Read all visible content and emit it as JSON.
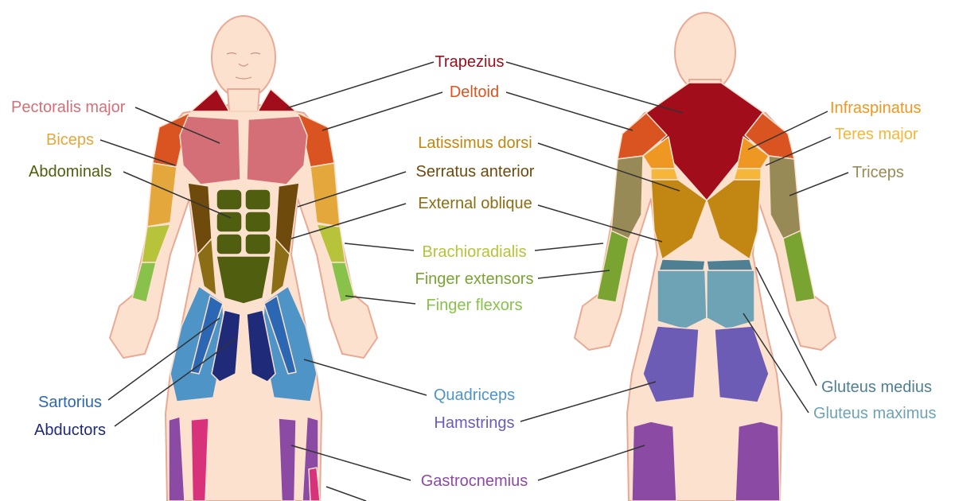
{
  "labels": {
    "trapezius": "Trapezius",
    "deltoid": "Deltoid",
    "pectoralis_major": "Pectoralis major",
    "biceps": "Biceps",
    "abdominals": "Abdominals",
    "latissimus_dorsi": "Latissimus dorsi",
    "serratus_anterior": "Serratus anterior",
    "external_oblique": "External oblique",
    "brachioradialis": "Brachioradialis",
    "finger_extensors": "Finger extensors",
    "finger_flexors": "Finger flexors",
    "infraspinatus": "Infraspinatus",
    "teres_major": "Teres major",
    "triceps": "Triceps",
    "sartorius": "Sartorius",
    "abductors": "Abductors",
    "quadriceps": "Quadriceps",
    "hamstrings": "Hamstrings",
    "gastrocnemius": "Gastrocnemius",
    "gluteus_medius": "Gluteus medius",
    "gluteus_maximus": "Gluteus maximus"
  },
  "colors": {
    "skin": "#fde1cf",
    "skin_outline": "#e9a994",
    "trapezius": "#a10d1a",
    "deltoid": "#d95420",
    "pectoralis": "#d46f78",
    "biceps": "#e3a73c",
    "abdominals": "#4f5e0f",
    "serratus": "#6e4a0d",
    "oblique": "#8a6d14",
    "latissimus": "#c28612",
    "brachioradialis": "#b6c33b",
    "finger_extensors": "#79a431",
    "finger_flexors": "#88c24a",
    "infraspinatus": "#ee9722",
    "teres": "#f5b63a",
    "triceps": "#988a57",
    "quadriceps": "#4e94c7",
    "sartorius": "#2c67b4",
    "abductors": "#1f2a79",
    "gluteus": "#6ea2b5",
    "hamstrings": "#6d5cb6",
    "gastrocnemius": "#8b4aa4",
    "calf_pink": "#d8337a",
    "leader": "#333333"
  }
}
